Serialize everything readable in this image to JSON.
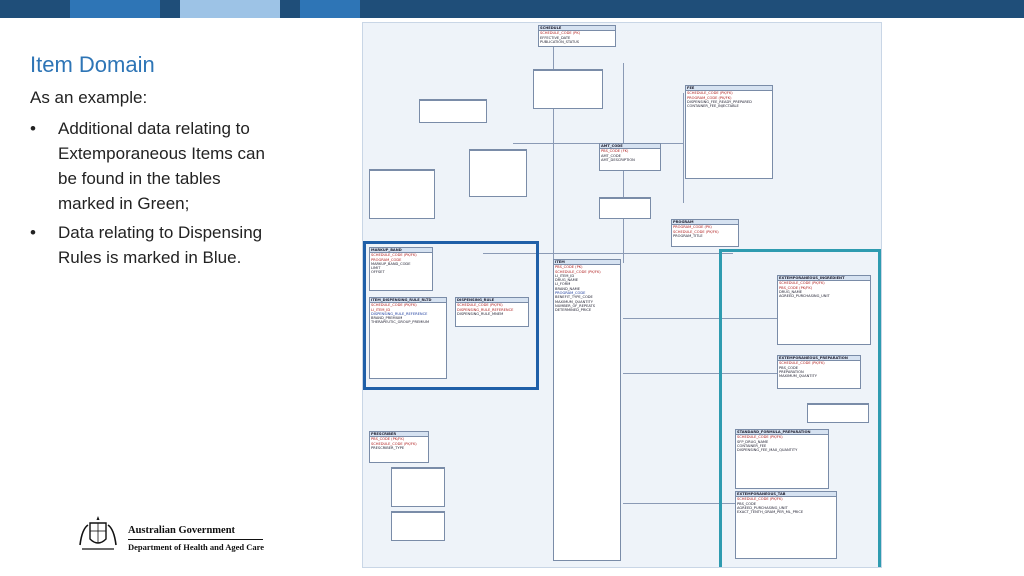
{
  "slide": {
    "title": "Item Domain",
    "intro": "As an example:",
    "bullets": [
      "Additional data relating to Extemporaneous Items can be found in the tables marked in Green;",
      "Data relating to Dispensing Rules is marked in Blue."
    ],
    "bullet_glyph": "•"
  },
  "logo": {
    "line1": "Australian Government",
    "line2": "Department of Health and Aged Care",
    "icon": "coat-of-arms-icon"
  },
  "colors": {
    "title": "#2e75b6",
    "top_bar": "#1f4e79",
    "blue_highlight": "#1f5fa8",
    "green_highlight": "#2e9bb0"
  },
  "diagram": {
    "tables": [
      {
        "name": "SCHEDULE",
        "rows": [
          "SCHEDULE_CODE (PK)",
          "EFFECTIVE_DATE",
          "PUBLICATION_STATUS"
        ]
      },
      {
        "name": "AMT_CODE",
        "rows": [
          "PBS_CODE (FK)",
          "AMT_CODE",
          "AMT_DESCRIPTION"
        ]
      },
      {
        "name": "ITEM",
        "rows": [
          "PBS_CODE (PK)",
          "SCHEDULE_CODE (PK/FK)",
          "LI_ITEM_ID",
          "DRUG_NAME",
          "LI_FORM",
          "BRAND_NAME",
          "PROGRAM_CODE",
          "BENEFIT_TYPE_CODE",
          "MAXIMUM_QUANTITY",
          "NUMBER_OF_REPEATS",
          "DETERMINED_PRICE"
        ]
      },
      {
        "name": "MARKUP_BAND",
        "rows": [
          "SCHEDULE_CODE (PK/FK)",
          "PROGRAM_CODE",
          "MARKUP_BAND_CODE",
          "LIMIT",
          "OFFSET"
        ]
      },
      {
        "name": "ITEM_DISPENSING_RULE_RLTD",
        "rows": [
          "SCHEDULE_CODE (PK/FK)",
          "LI_ITEM_ID",
          "DISPENSING_RULE_REFERENCE",
          "BRAND_PREMIUM",
          "THERAPEUTIC_GROUP_PREMIUM"
        ]
      },
      {
        "name": "DISPENSING_RULE",
        "rows": [
          "SCHEDULE_CODE (PK/FK)",
          "DISPENSING_RULE_REFERENCE",
          "DISPENSING_RULE_MNEM"
        ]
      },
      {
        "name": "EXTEMPORANEOUS_INGREDIENT",
        "rows": [
          "SCHEDULE_CODE (PK/FK)",
          "PBS_CODE (PK/FK)",
          "DRUG_NAME",
          "AGREED_PURCHASING_UNIT"
        ]
      },
      {
        "name": "EXTEMPORANEOUS_PREPARATION",
        "rows": [
          "SCHEDULE_CODE (PK/FK)",
          "PBS_CODE",
          "PREPARATION",
          "MAXIMUM_QUANTITY"
        ]
      },
      {
        "name": "STANDARD_FORMULA_PREPARATION",
        "rows": [
          "SCHEDULE_CODE (PK/FK)",
          "SFP_DRUG_NAME",
          "CONTAINER_FEE",
          "DISPENSING_FEE_MAX_QUANTITY"
        ]
      },
      {
        "name": "EXTEMPORANEOUS_TAB",
        "rows": [
          "SCHEDULE_CODE (PK/FK)",
          "PBS_CODE",
          "AGREED_PURCHASING_UNIT",
          "EXACT_TENTH_GRAM_PER_ML_PRICE"
        ]
      },
      {
        "name": "PRESCRIBER",
        "rows": [
          "PBS_CODE (PK/FK)",
          "SCHEDULE_CODE (PK/FK)",
          "PRESCRIBER_TYPE"
        ]
      },
      {
        "name": "FEE",
        "rows": [
          "SCHEDULE_CODE (PK/FK)",
          "PROGRAM_CODE (PK/FK)",
          "DISPENSING_FEE_READY_PREPARED",
          "CONTAINER_FEE_INJECTABLE"
        ]
      },
      {
        "name": "PROGRAM",
        "rows": [
          "PROGRAM_CODE (PK)",
          "SCHEDULE_CODE (PK/FK)",
          "PROGRAM_TITLE"
        ]
      }
    ]
  }
}
